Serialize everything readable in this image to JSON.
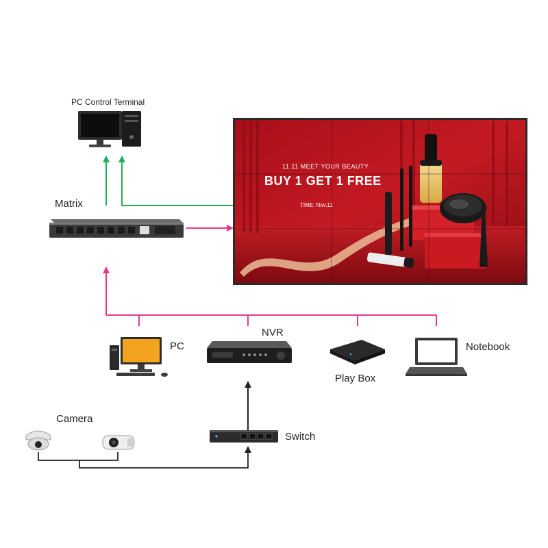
{
  "labels": {
    "pc_control_terminal": "PC Control Terminal",
    "matrix": "Matrix",
    "pc": "PC",
    "nvr": "NVR",
    "play_box": "Play Box",
    "notebook": "Notebook",
    "camera": "Camera",
    "switch": "Switch"
  },
  "screen": {
    "tagline": "11.11 MEET YOUR BEAUTY",
    "headline": "BUY 1 GET 1 FREE",
    "time_line": "TIME:  Nov.11"
  },
  "colors": {
    "green_link": "#1fae5a",
    "magenta_link": "#e6398c",
    "black_link": "#222222",
    "screen_red": "#b8131c"
  }
}
